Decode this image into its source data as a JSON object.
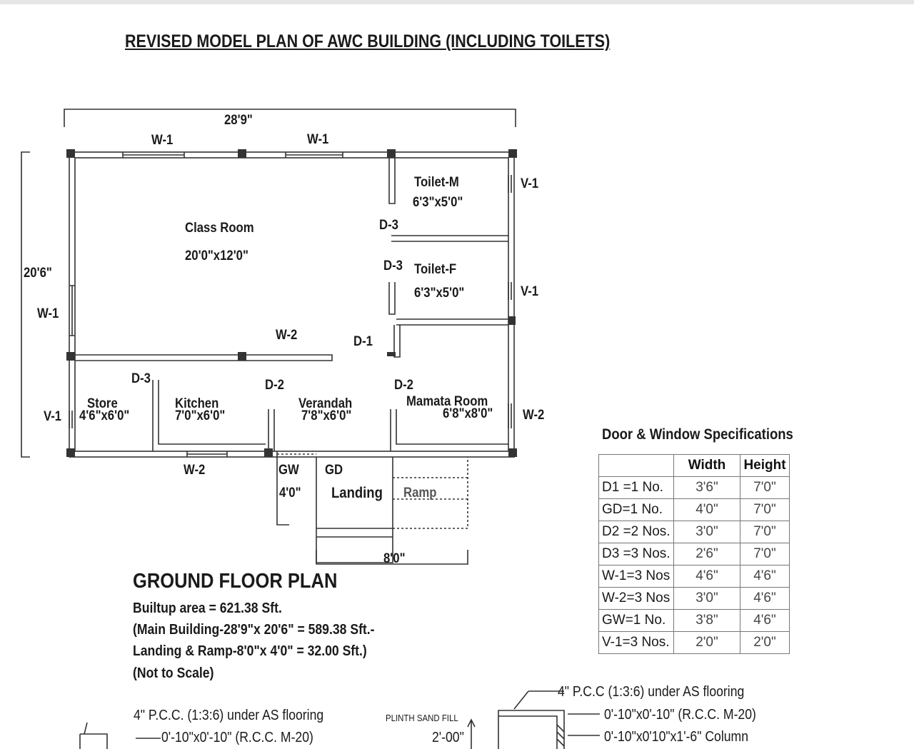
{
  "title": "REVISED MODEL PLAN OF AWC BUILDING (INCLUDING TOILETS)",
  "dimensions": {
    "overall_width": "28'9\"",
    "overall_depth": "20'6\"",
    "ramp_width": "8'0\"",
    "gw_width": "4'0\""
  },
  "openings": {
    "w1_top_left": "W-1",
    "w1_top_mid": "W-1",
    "w1_left": "W-1",
    "w2_mid": "W-2",
    "w2_bottom": "W-2",
    "w2_right": "W-2",
    "v1_toilet_m": "V-1",
    "v1_toilet_f": "V-1",
    "v1_store": "V-1",
    "d3_toilet_m": "D-3",
    "d3_toilet_f": "D-3",
    "d3_store": "D-3",
    "d1": "D-1",
    "d2_kitchen": "D-2",
    "d2_mamata": "D-2",
    "gw": "GW",
    "gd": "GD"
  },
  "rooms": [
    {
      "name": "Class Room",
      "size": "20'0\"x12'0\""
    },
    {
      "name": "Toilet-M",
      "size": "6'3\"x5'0\""
    },
    {
      "name": "Toilet-F",
      "size": "6'3\"x5'0\""
    },
    {
      "name": "Store",
      "size": "4'6\"x6'0\""
    },
    {
      "name": "Kitchen",
      "size": "7'0\"x6'0\""
    },
    {
      "name": "Verandah",
      "size": "7'8\"x6'0\""
    },
    {
      "name": "Mamata Room",
      "size": "6'8\"x8'0\""
    },
    {
      "name": "Landing"
    },
    {
      "name": "Ramp"
    }
  ],
  "plan_heading": "GROUND FLOOR PLAN",
  "notes": [
    "Builtup area = 621.38 Sft.",
    "(Main Building-28'9\"x 20'6\" = 589.38 Sft.-",
    "Landing & Ramp-8'0\"x 4'0\" = 32.00 Sft.)",
    "(Not to Scale)"
  ],
  "spec": {
    "heading": "Door & Window Specifications",
    "columns": [
      "Width",
      "Height"
    ],
    "rows": [
      {
        "item": "D1 =1 No.",
        "width": "3'6\"",
        "height": "7'0\""
      },
      {
        "item": "GD=1 No.",
        "width": "4'0\"",
        "height": "7'0\""
      },
      {
        "item": "D2 =2 Nos.",
        "width": "3'0\"",
        "height": "7'0\""
      },
      {
        "item": "D3 =3 Nos.",
        "width": "2'6\"",
        "height": "7'0\""
      },
      {
        "item": "W-1=3 Nos",
        "width": "4'6\"",
        "height": "4'6\""
      },
      {
        "item": "W-2=3 Nos",
        "width": "3'0\"",
        "height": "4'6\""
      },
      {
        "item": "GW=1 No.",
        "width": "3'8\"",
        "height": "4'6\""
      },
      {
        "item": "V-1=3 Nos.",
        "width": "2'0\"",
        "height": "2'0\""
      }
    ]
  },
  "section": {
    "left_pcc": "4\" P.C.C. (1:3:6) under AS flooring",
    "left_beam": "0'-10\"x0'-10\" (R.C.C. M-20)",
    "plinth": "PLINTH SAND FILL",
    "plinth_height": "2'-00\"",
    "right_pcc": "4\" P.C.C (1:3:6) under AS flooring",
    "right_beam": "0'-10\"x0'-10\" (R.C.C. M-20)",
    "right_column": "0'-10\"x0'10\"x1'-6\" Column"
  }
}
